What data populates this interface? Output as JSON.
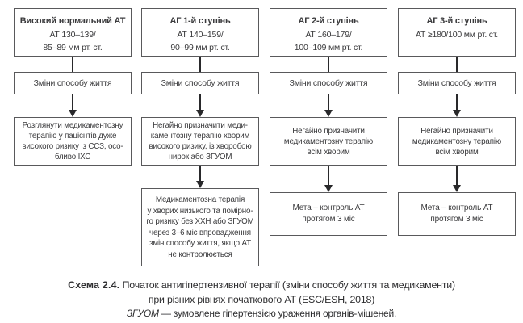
{
  "colors": {
    "background": "#ffffff",
    "text": "#3a3a3c",
    "box_border": "#59595b",
    "arrow": "#29292b"
  },
  "columns": [
    {
      "category": {
        "title": "Високий нормальний АТ",
        "range_lines": [
          "АТ 130–139/",
          "85–89 мм рт. ст."
        ]
      },
      "lifestyle": "Зміни способу життя",
      "action_lines": [
        "Розглянути медикаментозну",
        "терапію у пацієнтів дуже",
        "високого ризику із ССЗ, осо-",
        "бливо ІХС"
      ]
    },
    {
      "category": {
        "title": "АГ 1-й ступінь",
        "range_lines": [
          "АТ 140–159/",
          "90–99 мм рт. ст."
        ]
      },
      "lifestyle": "Зміни способу життя",
      "action_lines": [
        "Негайно призначити меди-",
        "каментозну терапію хворим",
        "високого ризику, із хворобою",
        "нирок або ЗГУОМ"
      ],
      "followup_lines": [
        "Медикаментозна терапія",
        "у хворих низького та помірно-",
        "го ризику без ХХН або ЗГУОМ",
        "через 3–6 міс впровадження",
        "змін способу життя, якщо АТ",
        "не контролюється"
      ]
    },
    {
      "category": {
        "title": "АГ 2-й ступінь",
        "range_lines": [
          "АТ 160–179/",
          "100–109 мм рт. ст."
        ]
      },
      "lifestyle": "Зміни способу життя",
      "action_lines": [
        "Негайно призначити",
        "медикаментозну терапію",
        "всім хворим"
      ],
      "followup_lines": [
        "Мета – контроль АТ",
        "протягом 3 міс"
      ]
    },
    {
      "category": {
        "title": "АГ 3-й ступінь",
        "range_lines": [
          "АТ ≥180/100 мм рт. ст."
        ]
      },
      "lifestyle": "Зміни способу життя",
      "action_lines": [
        "Негайно призначити",
        "медикаментозну терапію",
        "всім хворим"
      ],
      "followup_lines": [
        "Мета – контроль АТ",
        "протягом 3 міс"
      ]
    }
  ],
  "caption": {
    "label": "Схема 2.4.",
    "title_rest": "Початок антигіпертензивної терапії (зміни способу життя та медикаменти)",
    "line2": "при різних рівнях початкового АТ (ESC/ESH, 2018)",
    "note_term": "ЗГУОМ",
    "note_rest": "— зумовлене гіпертензією ураження органів-мішеней."
  }
}
